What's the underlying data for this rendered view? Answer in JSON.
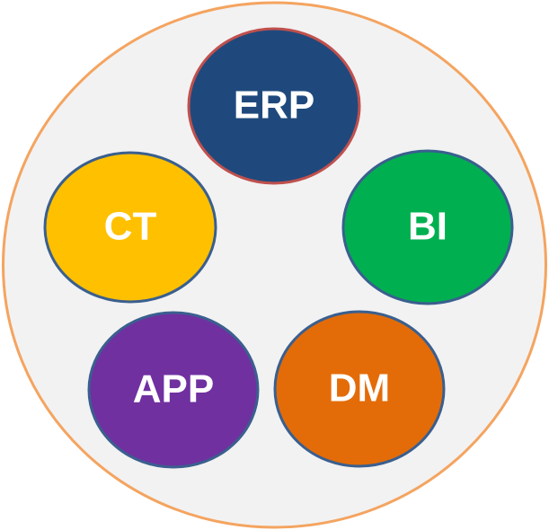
{
  "diagram": {
    "container": {
      "fill": "#f2f2f2",
      "stroke": "#f4a460"
    },
    "nodes": [
      {
        "id": "erp",
        "label": "ERP",
        "fill": "#1f497d",
        "stroke": "#c0504d"
      },
      {
        "id": "ct",
        "label": "CT",
        "fill": "#ffc000",
        "stroke": "#3a5f8f"
      },
      {
        "id": "bi",
        "label": "BI",
        "fill": "#00b050",
        "stroke": "#3a5f8f"
      },
      {
        "id": "app",
        "label": "APP",
        "fill": "#7030a0",
        "stroke": "#3a5f8f"
      },
      {
        "id": "dm",
        "label": "DM",
        "fill": "#e36c09",
        "stroke": "#3a5f8f"
      }
    ]
  }
}
